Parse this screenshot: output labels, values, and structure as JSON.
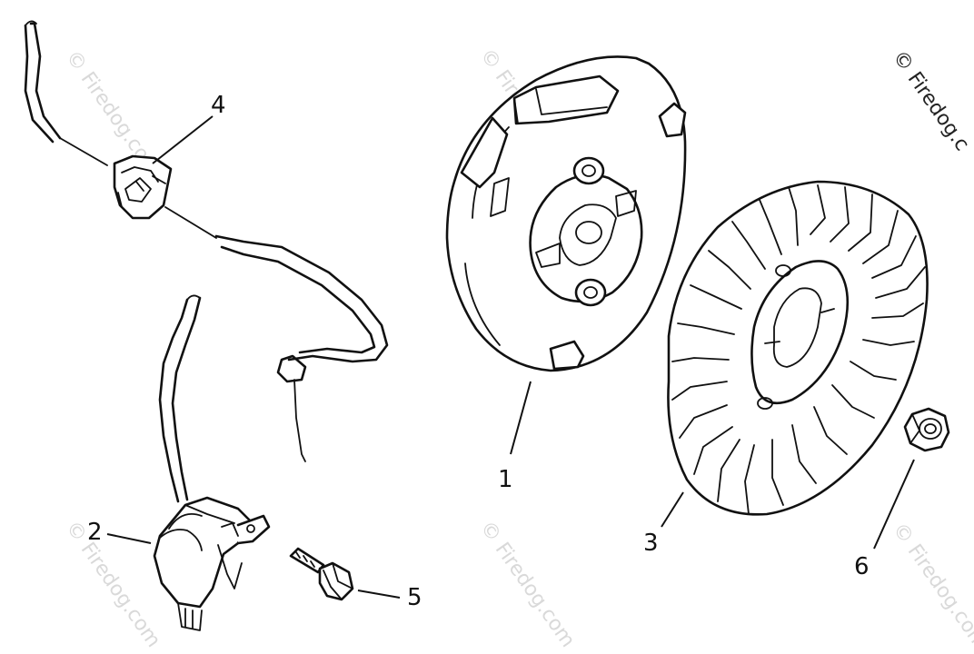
{
  "watermark": {
    "text": "© Firedog.com",
    "corner_text": "© Firedog.c"
  },
  "callouts": [
    {
      "id": "1",
      "label": "1"
    },
    {
      "id": "2",
      "label": "2"
    },
    {
      "id": "3",
      "label": "3"
    },
    {
      "id": "4",
      "label": "4"
    },
    {
      "id": "5",
      "label": "5"
    },
    {
      "id": "6",
      "label": "6"
    }
  ],
  "parts": {
    "rotor": "rotor",
    "ignition_coil": "ignition-coil",
    "fan": "fan",
    "grommet": "grommet",
    "bolt": "bolt",
    "nut": "nut"
  },
  "colors": {
    "line": "#111111",
    "watermark": "#d9d9d9",
    "background": "#ffffff"
  }
}
